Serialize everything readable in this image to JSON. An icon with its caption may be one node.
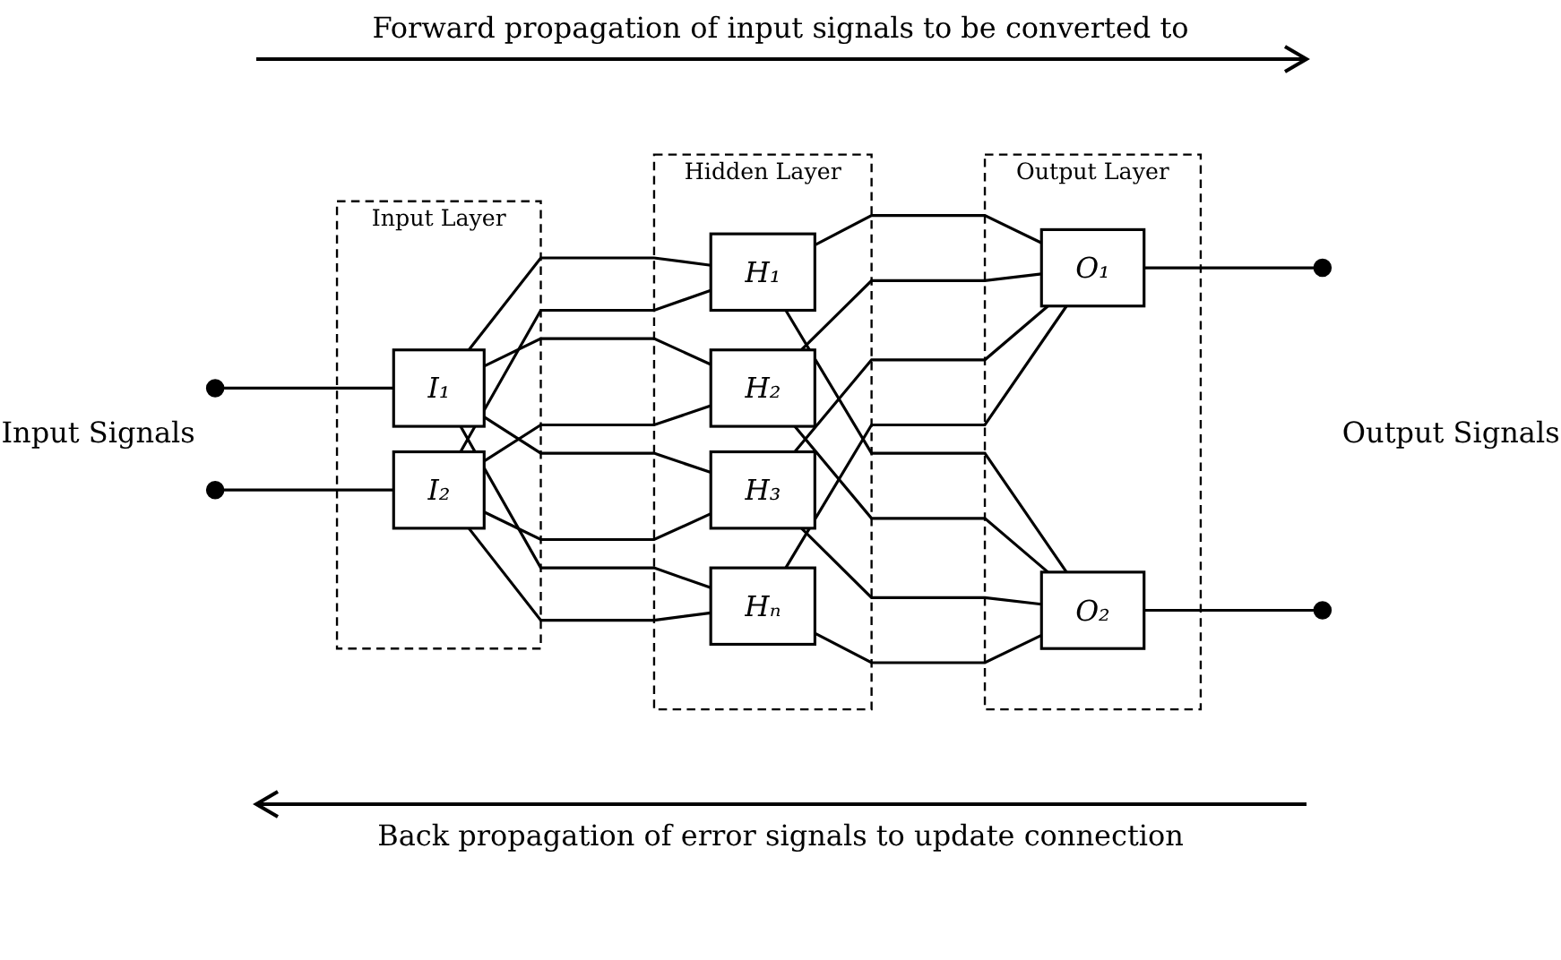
{
  "diagram": {
    "nodes": [
      {
        "text": [],
        "shape": "circle"
      },
      {
        "text": [],
        "shape": "circle"
      },
      {
        "text": [
          "Input Layer"
        ]
      },
      {
        "text": [
          "I₁"
        ],
        "in": 2
      },
      {
        "text": [
          "I₂"
        ],
        "in": 2
      },
      {
        "text": [
          "Hidden Layer"
        ]
      },
      {
        "text": [
          "H₁"
        ],
        "in": 5
      },
      {
        "text": [
          "H₂"
        ],
        "in": 5
      },
      {
        "text": [
          "H₃"
        ],
        "in": 5
      },
      {
        "text": [
          "Hₙ"
        ],
        "in": 5
      },
      {
        "text": [
          "Output Layer"
        ]
      },
      {
        "text": [
          "O₁"
        ],
        "in": 10
      },
      {
        "text": [
          "O₂"
        ],
        "in": 10
      },
      {
        "text": [],
        "shape": "circle"
      },
      {
        "text": [],
        "shape": "circle"
      }
    ],
    "edges": [
      {
        "from": 0,
        "to": 3,
        "arrow": "none"
      },
      {
        "from": 1,
        "to": 4,
        "arrow": "none"
      },
      {
        "from": 3,
        "to": 6,
        "arrow": "none"
      },
      {
        "from": 3,
        "to": 7,
        "arrow": "none"
      },
      {
        "from": 3,
        "to": 8,
        "arrow": "none"
      },
      {
        "from": 3,
        "to": 9,
        "arrow": "none"
      },
      {
        "from": 4,
        "to": 6,
        "arrow": "none"
      },
      {
        "from": 4,
        "to": 7,
        "arrow": "none"
      },
      {
        "from": 4,
        "to": 8,
        "arrow": "none"
      },
      {
        "from": 4,
        "to": 9,
        "arrow": "none"
      },
      {
        "from": 6,
        "to": 11,
        "arrow": "none"
      },
      {
        "from": 6,
        "to": 12,
        "arrow": "none"
      },
      {
        "from": 7,
        "to": 11,
        "arrow": "none"
      },
      {
        "from": 7,
        "to": 12,
        "arrow": "none"
      },
      {
        "from": 8,
        "to": 11,
        "arrow": "none"
      },
      {
        "from": 8,
        "to": 12,
        "arrow": "none"
      },
      {
        "from": 9,
        "to": 11,
        "arrow": "none"
      },
      {
        "from": 9,
        "to": 12,
        "arrow": "none"
      },
      {
        "from": 11,
        "to": 13,
        "arrow": "none"
      },
      {
        "from": 12,
        "to": 14,
        "arrow": "none"
      }
    ],
    "labels": [
      "Forward propagation of input signals to be converted to",
      "Input Signals",
      "Output Signals",
      "Back propagation of error signals to update connection"
    ]
  }
}
